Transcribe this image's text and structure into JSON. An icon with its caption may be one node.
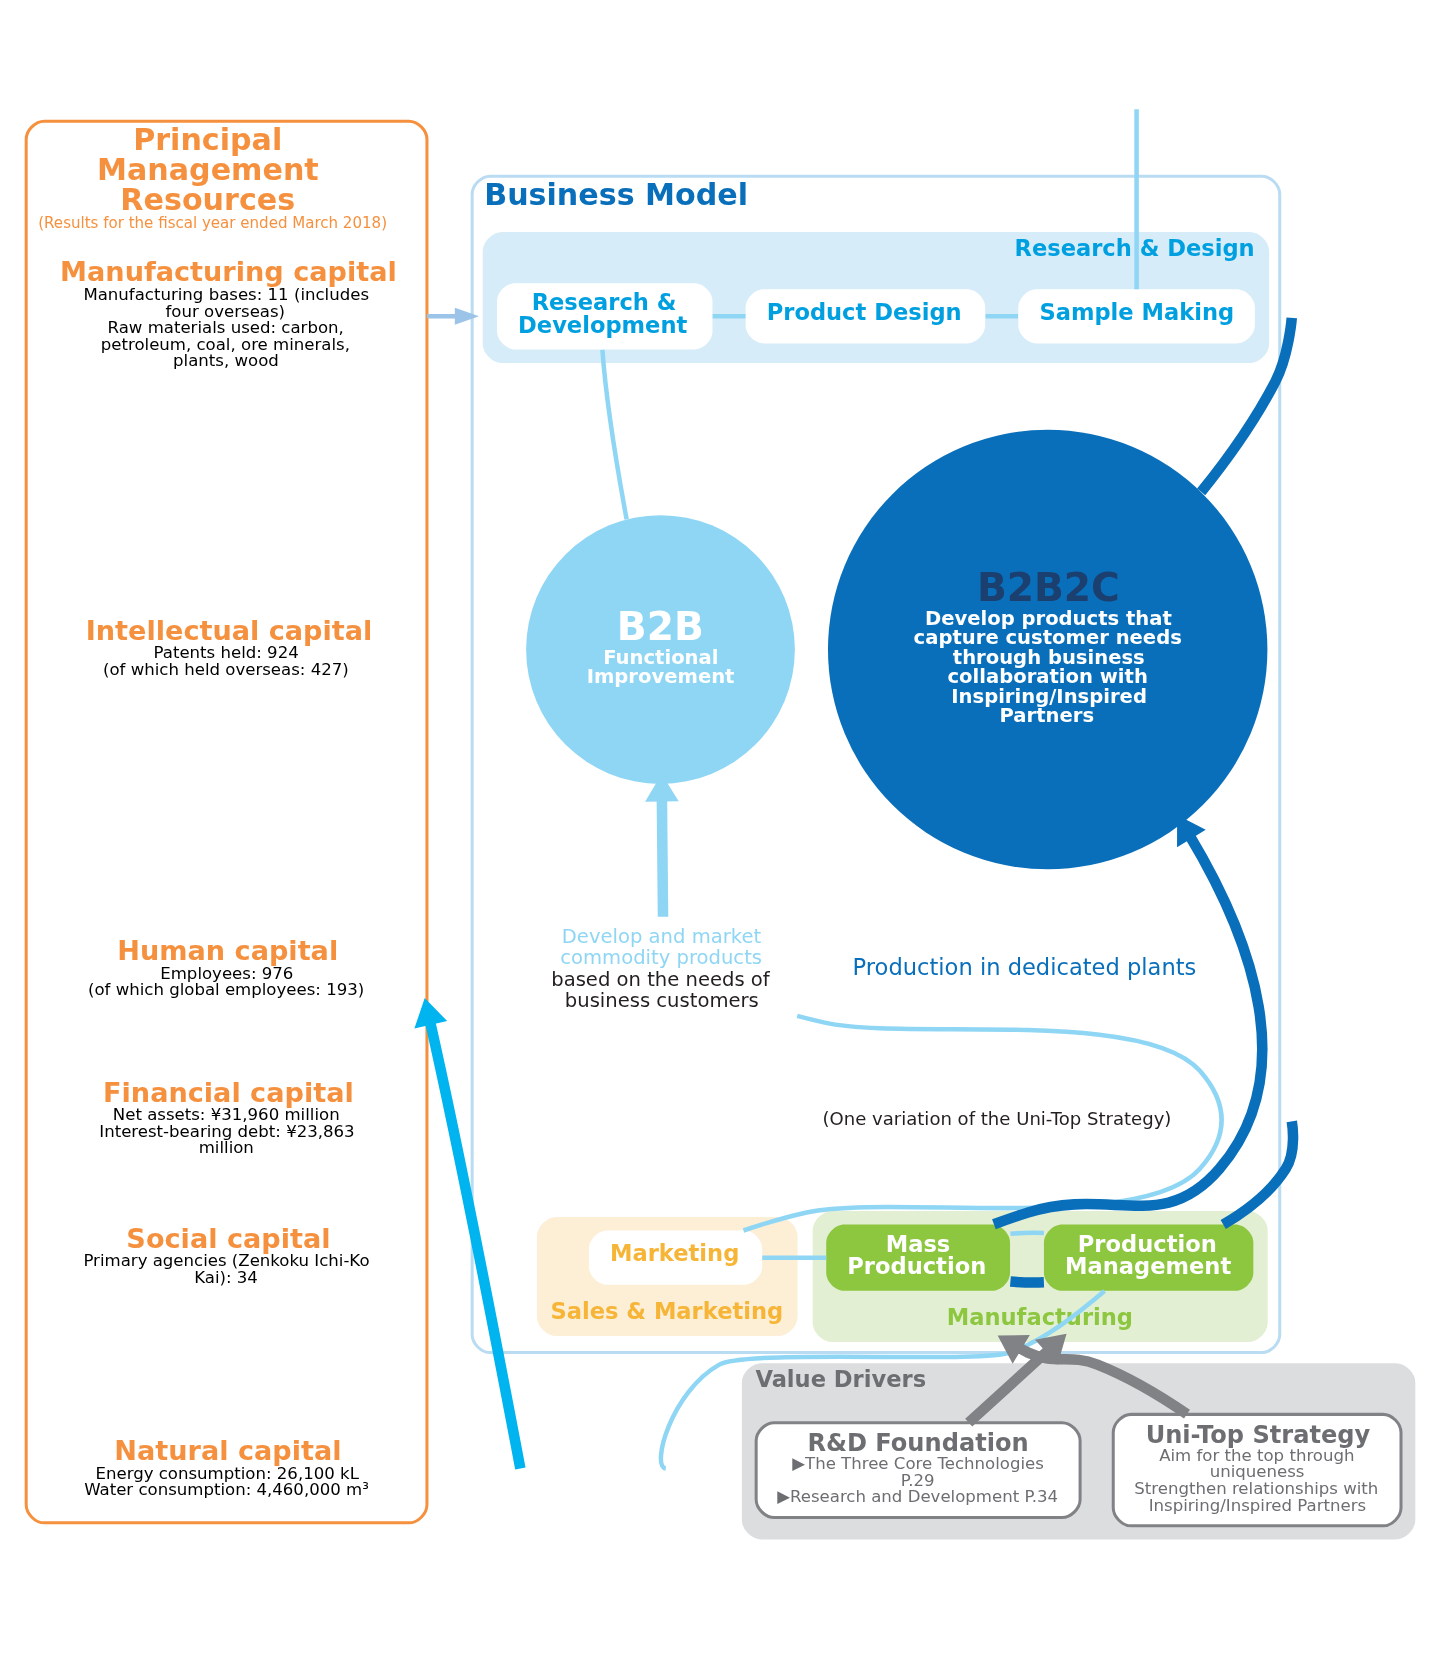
{
  "diagram": {
    "nodes": [
      {
        "text": [
          "Principal Management Resources",
          "(Results for the fiscal year ended March 2018)"
        ]
      },
      {
        "text": [
          "Manufacturing capital",
          "Manufacturing bases: 11 (includes four overseas)",
          "Raw materials used: carbon, petroleum, coal, ore minerals, plants, wood"
        ],
        "in": 0
      },
      {
        "text": [
          "Intellectual capital",
          "Patents held: 924",
          "(of which held overseas: 427)"
        ],
        "in": 0
      },
      {
        "text": [
          "Human capital",
          "Employees: 976",
          "(of which global employees: 193)"
        ],
        "in": 0
      },
      {
        "text": [
          "Financial capital",
          "Net assets: ¥31,960 million",
          "Interest-bearing debt: ¥23,863 million"
        ],
        "in": 0
      },
      {
        "text": [
          "Social capital",
          "Primary agencies (Zenkoku Ichi-Ko Kai): 34"
        ],
        "in": 0
      },
      {
        "text": [
          "Natural capital",
          "Energy consumption: 26,100 kL",
          "Water consumption: 4,460,000 m³"
        ],
        "in": 0
      },
      {
        "text": [
          "Business Model"
        ]
      },
      {
        "text": [
          "Research & Design"
        ],
        "in": 7
      },
      {
        "text": [
          "Research & Development"
        ],
        "in": 8
      },
      {
        "text": [
          "Product Design"
        ],
        "in": 8
      },
      {
        "text": [
          "Sample Making"
        ],
        "in": 8
      },
      {
        "text": [
          "B2B",
          "Functional Improvement"
        ],
        "in": 7
      },
      {
        "text": [
          "B2B2C",
          "Develop products that capture customer needs through business collaboration with Inspiring/Inspired Partners"
        ],
        "in": 7
      },
      {
        "text": [
          "Develop and market commodity products",
          "based on the needs of business customers"
        ],
        "in": 7
      },
      {
        "text": [
          "Sales & Marketing"
        ],
        "in": 7
      },
      {
        "text": [
          "Marketing"
        ],
        "in": 15
      },
      {
        "text": [
          "Manufacturing"
        ],
        "in": 7
      },
      {
        "text": [
          "Mass Production"
        ],
        "in": 17
      },
      {
        "text": [
          "Production Management"
        ],
        "in": 17
      },
      {
        "text": [
          "Value Drivers"
        ]
      },
      {
        "text": [
          "Uni-Top Strategy",
          "Aim for the top through uniqueness",
          "Strengthen relationships with Inspiring/Inspired Partners"
        ],
        "in": 20
      },
      {
        "text": [
          "R&D Foundation",
          "▶The Three Core Technologies P.29",
          "▶Research and Development P.34"
        ],
        "in": 20
      }
    ],
    "edges": [
      {
        "from": 0,
        "to": 7,
        "arrow": "to",
        "color": "#9cc3e8"
      },
      {
        "from": 9,
        "to": 12,
        "arrow": "none"
      },
      {
        "from": 9,
        "to": 10,
        "arrow": "none"
      },
      {
        "from": 10,
        "to": 11,
        "arrow": "none"
      },
      {
        "from": 11,
        "to": null,
        "arrow": "none"
      },
      {
        "from": 14,
        "to": 12,
        "arrow": "to",
        "style": "thick"
      },
      {
        "from": 14,
        "to": 16,
        "arrow": "none"
      },
      {
        "from": 16,
        "to": 18,
        "arrow": "none"
      },
      {
        "from": 18,
        "to": 19,
        "arrow": "none"
      },
      {
        "from": 19,
        "to": null,
        "arrow": "none"
      },
      {
        "from": 18,
        "to": 13,
        "arrow": "to",
        "style": "thick",
        "color": "#0a6fba"
      },
      {
        "from": 18,
        "to": 19,
        "arrow": "none",
        "style": "thick",
        "color": "#0a6fba"
      },
      {
        "from": 19,
        "to": null,
        "arrow": "none",
        "style": "thick",
        "color": "#0a6fba"
      },
      {
        "from": 13,
        "to": null,
        "arrow": "none",
        "style": "thick",
        "color": "#0a6fba"
      },
      {
        "from": 21,
        "to": 17,
        "arrow": "to",
        "style": "thick",
        "color": "#808285"
      },
      {
        "from": 22,
        "to": 17,
        "arrow": "to",
        "style": "thick",
        "color": "#808285"
      },
      {
        "from": null,
        "to": 0,
        "arrow": "to",
        "style": "thick",
        "color": "#00b4ef"
      }
    ],
    "labels": [
      "Production in dedicated plants",
      "(One variation of the Uni-Top Strategy)"
    ]
  }
}
